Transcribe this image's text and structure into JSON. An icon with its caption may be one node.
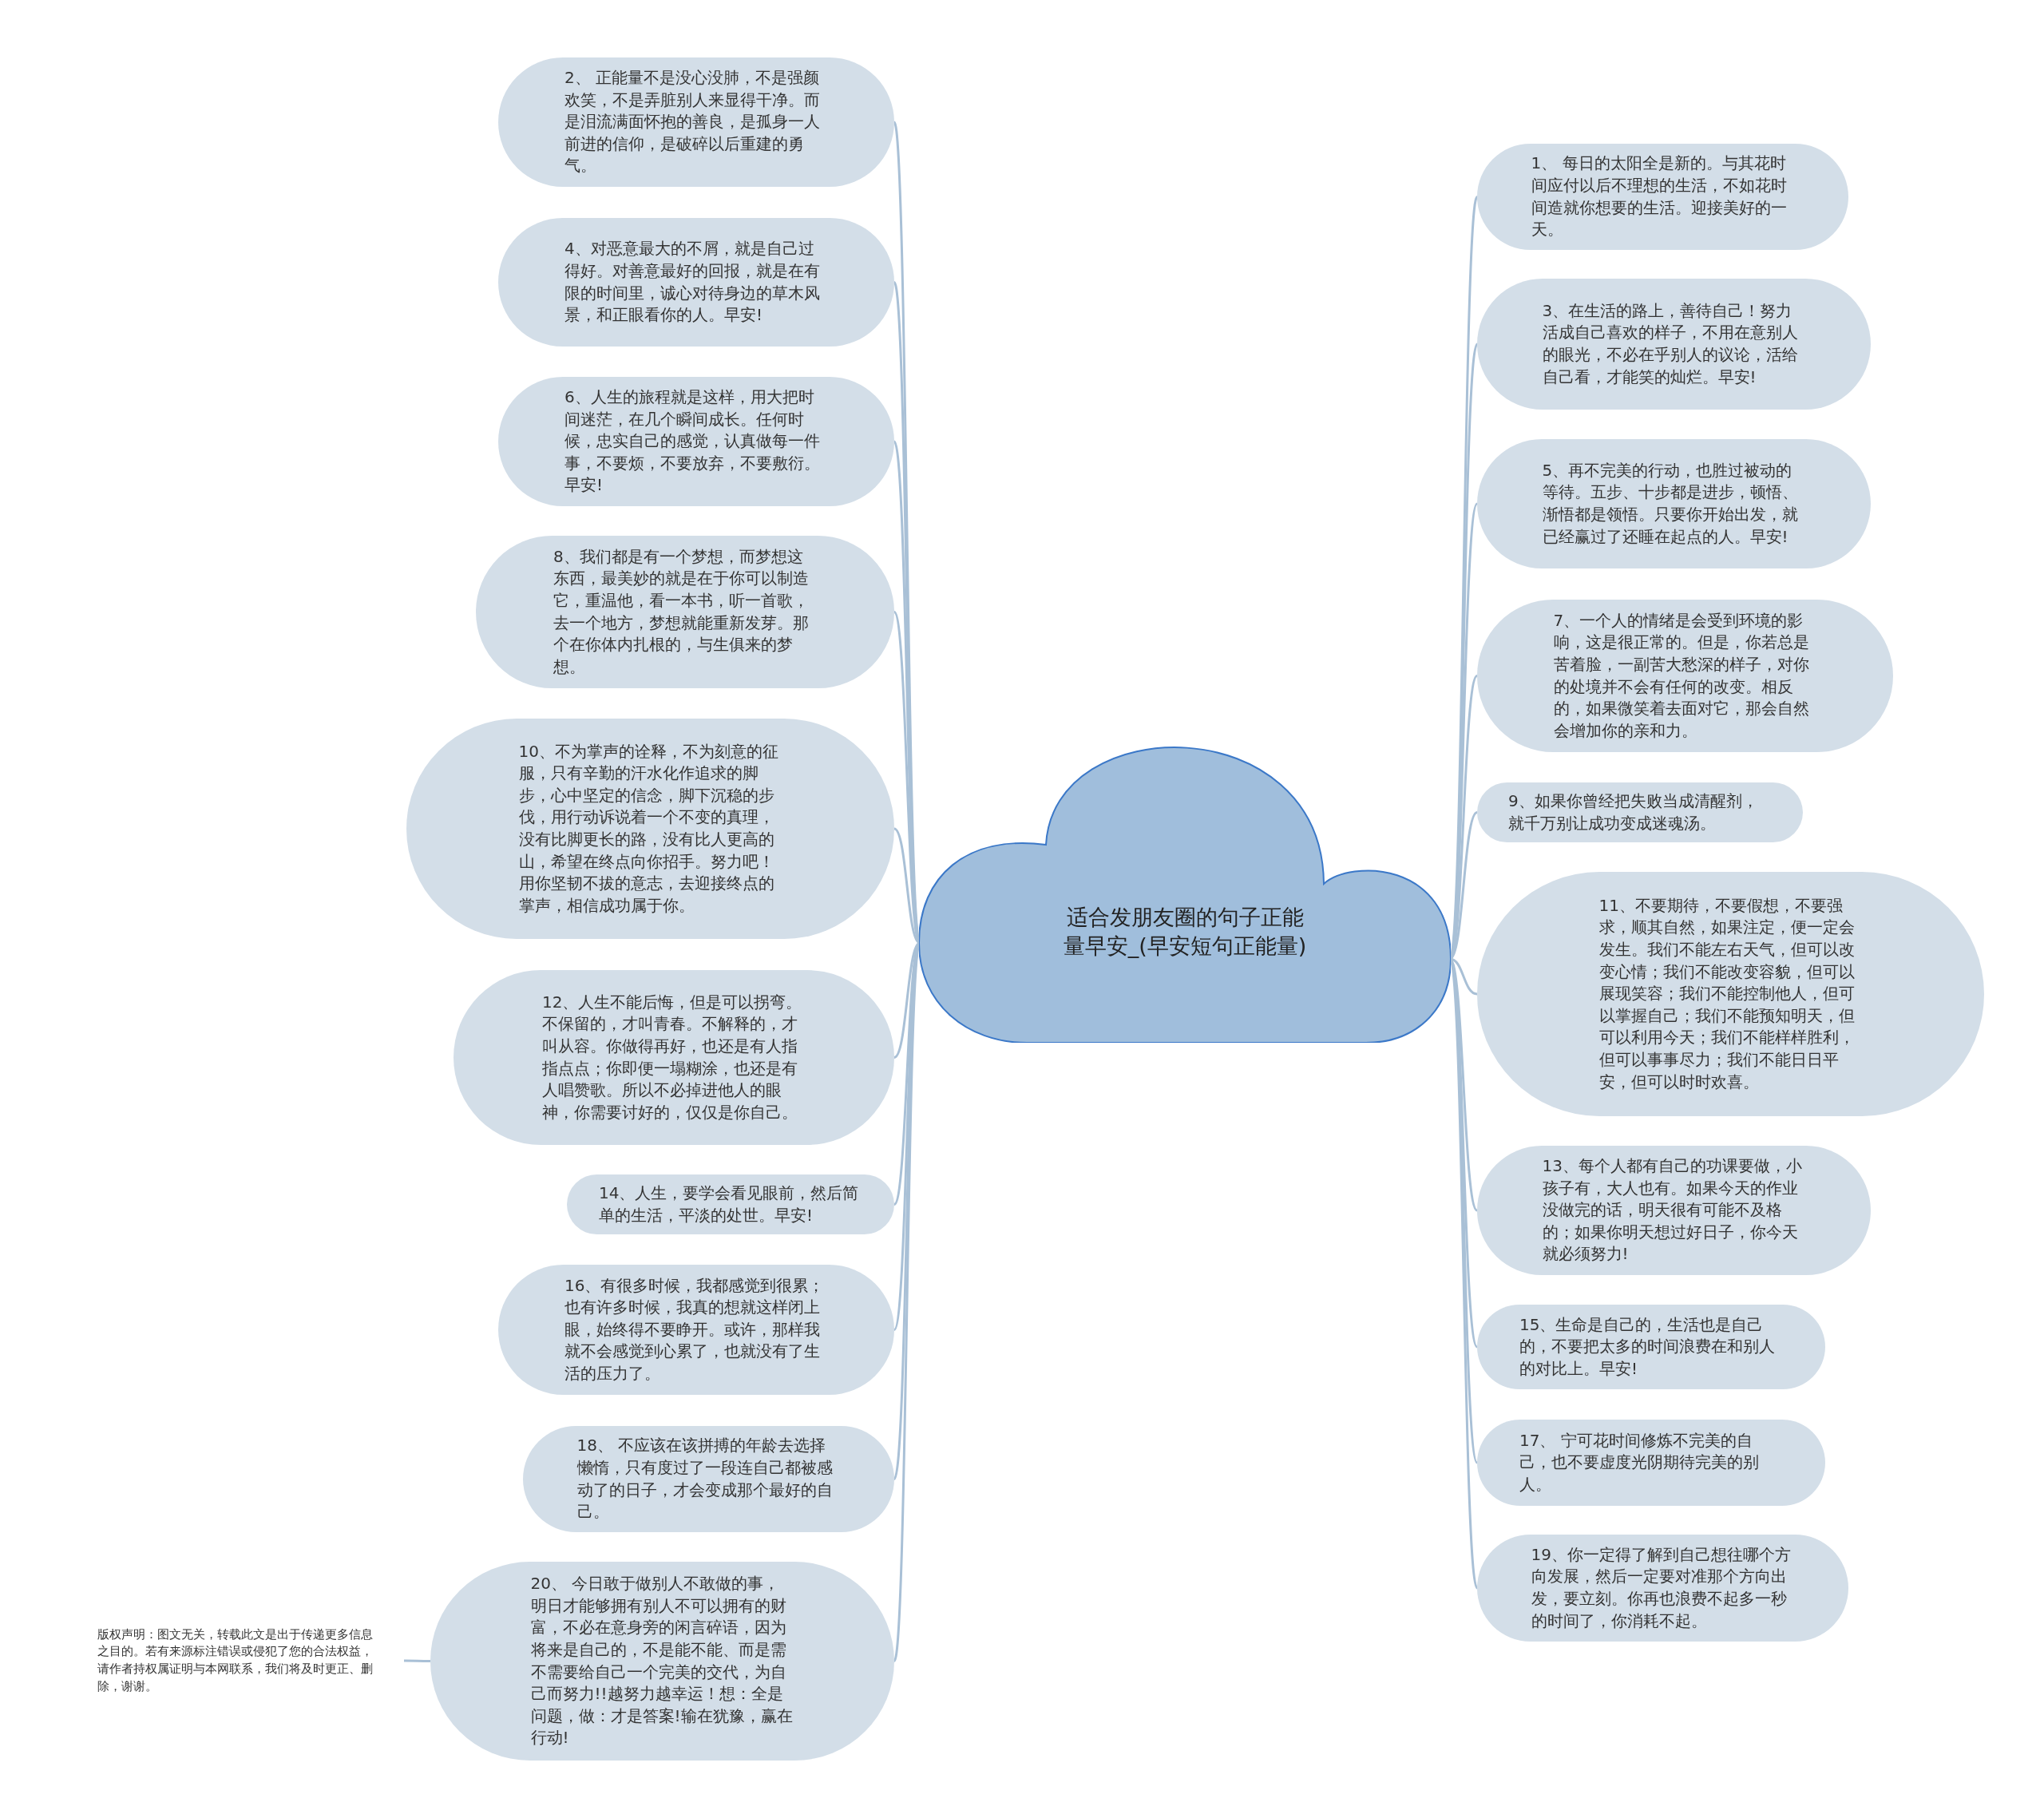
{
  "diagram": {
    "nodes": [
      {
        "text": [
          "适合发朋友圈的句子正能量早安_(早安短句正能量)"
        ]
      },
      {
        "text": [
          "2、 正能量不是没心没肺，不是强颜欢笑，不是弄脏别人来显得干净。而是泪流满面怀抱的善良，是孤身一人前进的信仰，是破碎以后重建的勇气。"
        ]
      },
      {
        "text": [
          "4、对恶意最大的不屑，就是自己过得好。对善意最好的回报，就是在有限的时间里，诚心对待身边的草木风景，和正眼看你的人。早安!"
        ]
      },
      {
        "text": [
          "6、人生的旅程就是这样，用大把时间迷茫，在几个瞬间成长。任何时候，忠实自己的感觉，认真做每一件事，不要烦，不要放弃，不要敷衍。早安!"
        ]
      },
      {
        "text": [
          "8、我们都是有一个梦想，而梦想这东西，最美妙的就是在于你可以制造它，重温他，看一本书，听一首歌，去一个地方，梦想就能重新发芽。那个在你体内扎根的，与生俱来的梦想。"
        ]
      },
      {
        "text": [
          "10、不为掌声的诠释，不为刻意的征服，只有辛勤的汗水化作追求的脚步，心中坚定的信念，脚下沉稳的步伐，用行动诉说着一个不变的真理，没有比脚更长的路，没有比人更高的山，希望在终点向你招手。努力吧！用你坚韧不拔的意志，去迎接终点的掌声，相信成功属于你。"
        ]
      },
      {
        "text": [
          "12、人生不能后悔，但是可以拐弯。不保留的，才叫青春。不解释的，才叫从容。你做得再好，也还是有人指指点点；你即便一塌糊涂，也还是有人唱赞歌。所以不必掉进他人的眼神，你需要讨好的，仅仅是你自己。"
        ]
      },
      {
        "text": [
          "14、人生，要学会看见眼前，然后简单的生活，平淡的处世。早安!"
        ]
      },
      {
        "text": [
          "16、有很多时候，我都感觉到很累；也有许多时候，我真的想就这样闭上眼，始终得不要睁开。或许，那样我就不会感觉到心累了，也就没有了生活的压力了。"
        ]
      },
      {
        "text": [
          "18、 不应该在该拼搏的年龄去选择懒惰，只有度过了一段连自己都被感动了的日子，才会变成那个最好的自己。"
        ]
      },
      {
        "text": [
          "20、 今日敢于做别人不敢做的事，明日才能够拥有别人不可以拥有的财富，不必在意身旁的闲言碎语，因为将来是自己的，不是能不能、而是需不需要给自己一个完美的交代，为自己而努力!!越努力越幸运！想：全是问题，做：才是答案!输在犹豫，赢在行动!"
        ]
      },
      {
        "text": [
          "1、 每日的太阳全是新的。与其花时间应付以后不理想的生活，不如花时间造就你想要的生活。迎接美好的一天。"
        ]
      },
      {
        "text": [
          "3、在生活的路上，善待自己！努力活成自己喜欢的样子，不用在意别人的眼光，不必在乎别人的议论，活给自己看，才能笑的灿烂。早安!"
        ]
      },
      {
        "text": [
          "5、再不完美的行动，也胜过被动的等待。五步、十步都是进步，顿悟、渐悟都是领悟。只要你开始出发，就已经赢过了还睡在起点的人。早安!"
        ]
      },
      {
        "text": [
          "7、一个人的情绪是会受到环境的影响，这是很正常的。但是，你若总是苦着脸，一副苦大愁深的样子，对你的处境并不会有任何的改变。相反的，如果微笑着去面对它，那会自然会增加你的亲和力。"
        ]
      },
      {
        "text": [
          "9、如果你曾经把失败当成清醒剂，就千万别让成功变成迷魂汤。"
        ]
      },
      {
        "text": [
          "11、不要期待，不要假想，不要强求，顺其自然，如果注定，便一定会发生。我们不能左右天气，但可以改变心情；我们不能改变容貌，但可以展现笑容；我们不能控制他人，但可以掌握自己；我们不能预知明天，但可以利用今天；我们不能样样胜利，但可以事事尽力；我们不能日日平安，但可以时时欢喜。"
        ]
      },
      {
        "text": [
          "13、每个人都有自己的功课要做，小孩子有，大人也有。如果今天的作业没做完的话，明天很有可能不及格的；如果你明天想过好日子，你今天就必须努力!"
        ]
      },
      {
        "text": [
          "15、生命是自己的，生活也是自己的，不要把太多的时间浪费在和别人的对比上。早安!"
        ]
      },
      {
        "text": [
          "17、 宁可花时间修炼不完美的自己，也不要虚度光阴期待完美的别人。"
        ]
      },
      {
        "text": [
          "19、你一定得了解到自己想往哪个方向发展，然后一定要对准那个方向出发，要立刻。你再也浪费不起多一秒的时间了，你消耗不起。"
        ]
      },
      {
        "text": [
          "版权声明：图文无关，转载此文是出于传递更多信息之目的。若有来源标注错误或侵犯了您的合法权益，请作者持权属证明与本网联系，我们将及时更正、删除，谢谢。"
        ]
      }
    ],
    "edges": [
      {
        "from": 0,
        "to": 1,
        "arrow": "none"
      },
      {
        "from": 0,
        "to": 2,
        "arrow": "none"
      },
      {
        "from": 0,
        "to": 3,
        "arrow": "none"
      },
      {
        "from": 0,
        "to": 4,
        "arrow": "none"
      },
      {
        "from": 0,
        "to": 5,
        "arrow": "none"
      },
      {
        "from": 0,
        "to": 6,
        "arrow": "none"
      },
      {
        "from": 0,
        "to": 7,
        "arrow": "none"
      },
      {
        "from": 0,
        "to": 8,
        "arrow": "none"
      },
      {
        "from": 0,
        "to": 9,
        "arrow": "none"
      },
      {
        "from": 0,
        "to": 10,
        "arrow": "none"
      },
      {
        "from": 0,
        "to": 11,
        "arrow": "none"
      },
      {
        "from": 0,
        "to": 12,
        "arrow": "none"
      },
      {
        "from": 0,
        "to": 13,
        "arrow": "none"
      },
      {
        "from": 0,
        "to": 14,
        "arrow": "none"
      },
      {
        "from": 0,
        "to": 15,
        "arrow": "none"
      },
      {
        "from": 0,
        "to": 16,
        "arrow": "none"
      },
      {
        "from": 0,
        "to": 17,
        "arrow": "none"
      },
      {
        "from": 0,
        "to": 18,
        "arrow": "none"
      },
      {
        "from": 0,
        "to": 19,
        "arrow": "none"
      },
      {
        "from": 0,
        "to": 20,
        "arrow": "none"
      },
      {
        "from": 21,
        "to": 10,
        "arrow": "none"
      }
    ]
  }
}
